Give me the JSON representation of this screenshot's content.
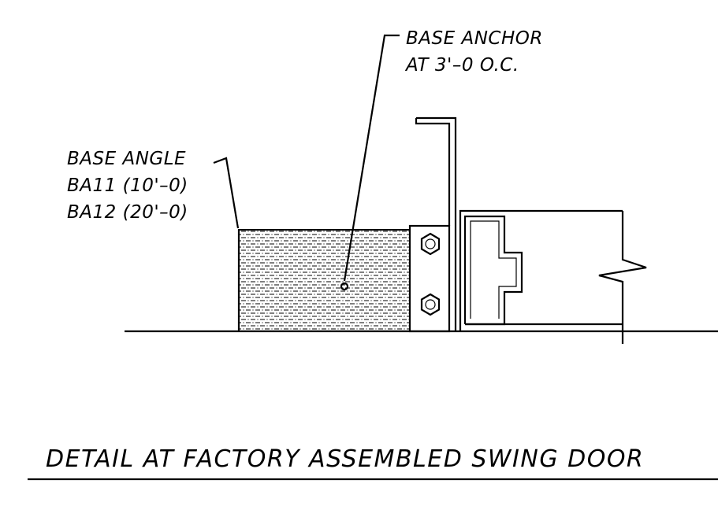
{
  "labels": {
    "base_anchor_line1": "BASE ANCHOR",
    "base_anchor_line2": "AT 3'–0 O.C.",
    "base_angle_line1": "BASE ANGLE",
    "base_angle_line2": "BA11 (10'–0)",
    "base_angle_line3": "BA12 (20'–0)"
  },
  "title": "DETAIL AT FACTORY ASSEMBLED SWING DOOR",
  "colors": {
    "ink": "#000000",
    "background": "#ffffff"
  },
  "icons": {
    "fastener": "hex-nut-icon",
    "anchor": "anchor-point-icon"
  }
}
